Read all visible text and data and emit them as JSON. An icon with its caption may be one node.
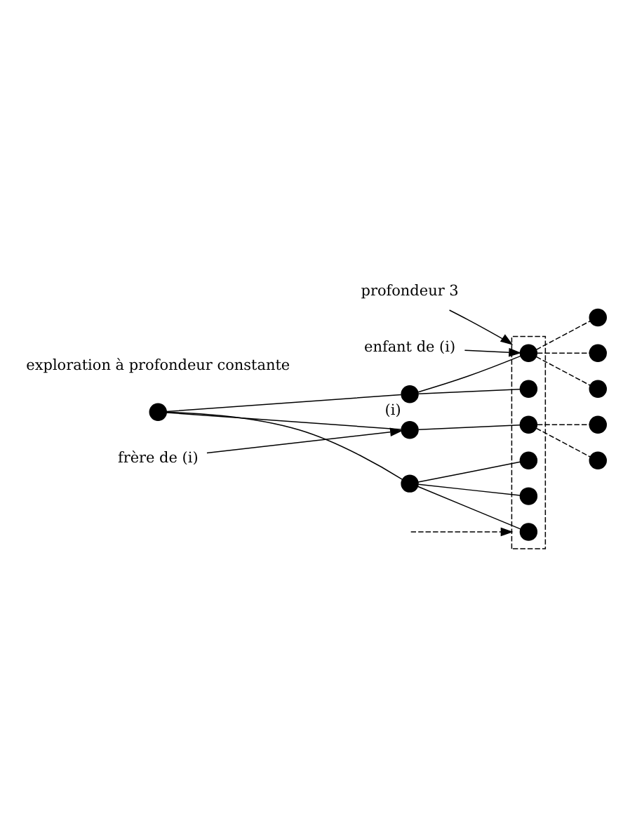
{
  "diagram": {
    "nodes": [
      {
        "text": [
          "profondeur 3"
        ]
      },
      {
        "text": [
          "enfant de (i)"
        ]
      },
      {
        "text": [],
        "shape": "box"
      },
      {
        "text": [],
        "shape": "circle",
        "in": 2
      },
      {
        "text": [],
        "shape": "circle",
        "in": 2
      },
      {
        "text": [],
        "shape": "circle",
        "in": 2
      },
      {
        "text": [],
        "shape": "circle",
        "in": 2
      },
      {
        "text": [],
        "shape": "circle",
        "in": 2
      },
      {
        "text": [],
        "shape": "circle",
        "in": 2
      },
      {
        "text": [],
        "shape": "circle"
      },
      {
        "text": [],
        "shape": "circle",
        "beside": [
          "(i)"
        ]
      },
      {
        "text": [],
        "shape": "circle"
      },
      {
        "text": [],
        "shape": "circle"
      },
      {
        "text": [
          "frère de (i)"
        ]
      },
      {
        "text": [],
        "shape": "circle"
      },
      {
        "text": [],
        "shape": "circle"
      },
      {
        "text": [],
        "shape": "circle"
      },
      {
        "text": [],
        "shape": "circle"
      },
      {
        "text": [],
        "shape": "circle"
      }
    ],
    "edges": [
      {
        "from": 0,
        "to": 2,
        "arrow": "to"
      },
      {
        "from": 1,
        "to": 3,
        "arrow": "to"
      },
      {
        "from": 13,
        "to": 11,
        "arrow": "to"
      },
      {
        "from": 9,
        "to": 10,
        "arrow": "none"
      },
      {
        "from": 9,
        "to": 11,
        "arrow": "none"
      },
      {
        "from": 9,
        "to": 12,
        "arrow": "none"
      },
      {
        "from": 10,
        "to": 3,
        "arrow": "none"
      },
      {
        "from": 10,
        "to": 4,
        "arrow": "none"
      },
      {
        "from": 11,
        "to": 5,
        "arrow": "none"
      },
      {
        "from": 12,
        "to": 6,
        "arrow": "none"
      },
      {
        "from": 12,
        "to": 7,
        "arrow": "none"
      },
      {
        "from": 12,
        "to": 8,
        "arrow": "none"
      },
      {
        "from": 3,
        "to": 14,
        "arrow": "none",
        "style": "dashed"
      },
      {
        "from": 3,
        "to": 15,
        "arrow": "none",
        "style": "dashed"
      },
      {
        "from": 3,
        "to": 16,
        "arrow": "none",
        "style": "dashed"
      },
      {
        "from": 5,
        "to": 17,
        "arrow": "none",
        "style": "dashed"
      },
      {
        "from": 5,
        "to": 18,
        "arrow": "none",
        "style": "dashed"
      },
      {
        "from": null,
        "to": 2,
        "arrow": "to",
        "style": "dashed"
      }
    ],
    "labels": [
      "exploration à profondeur constante"
    ]
  }
}
